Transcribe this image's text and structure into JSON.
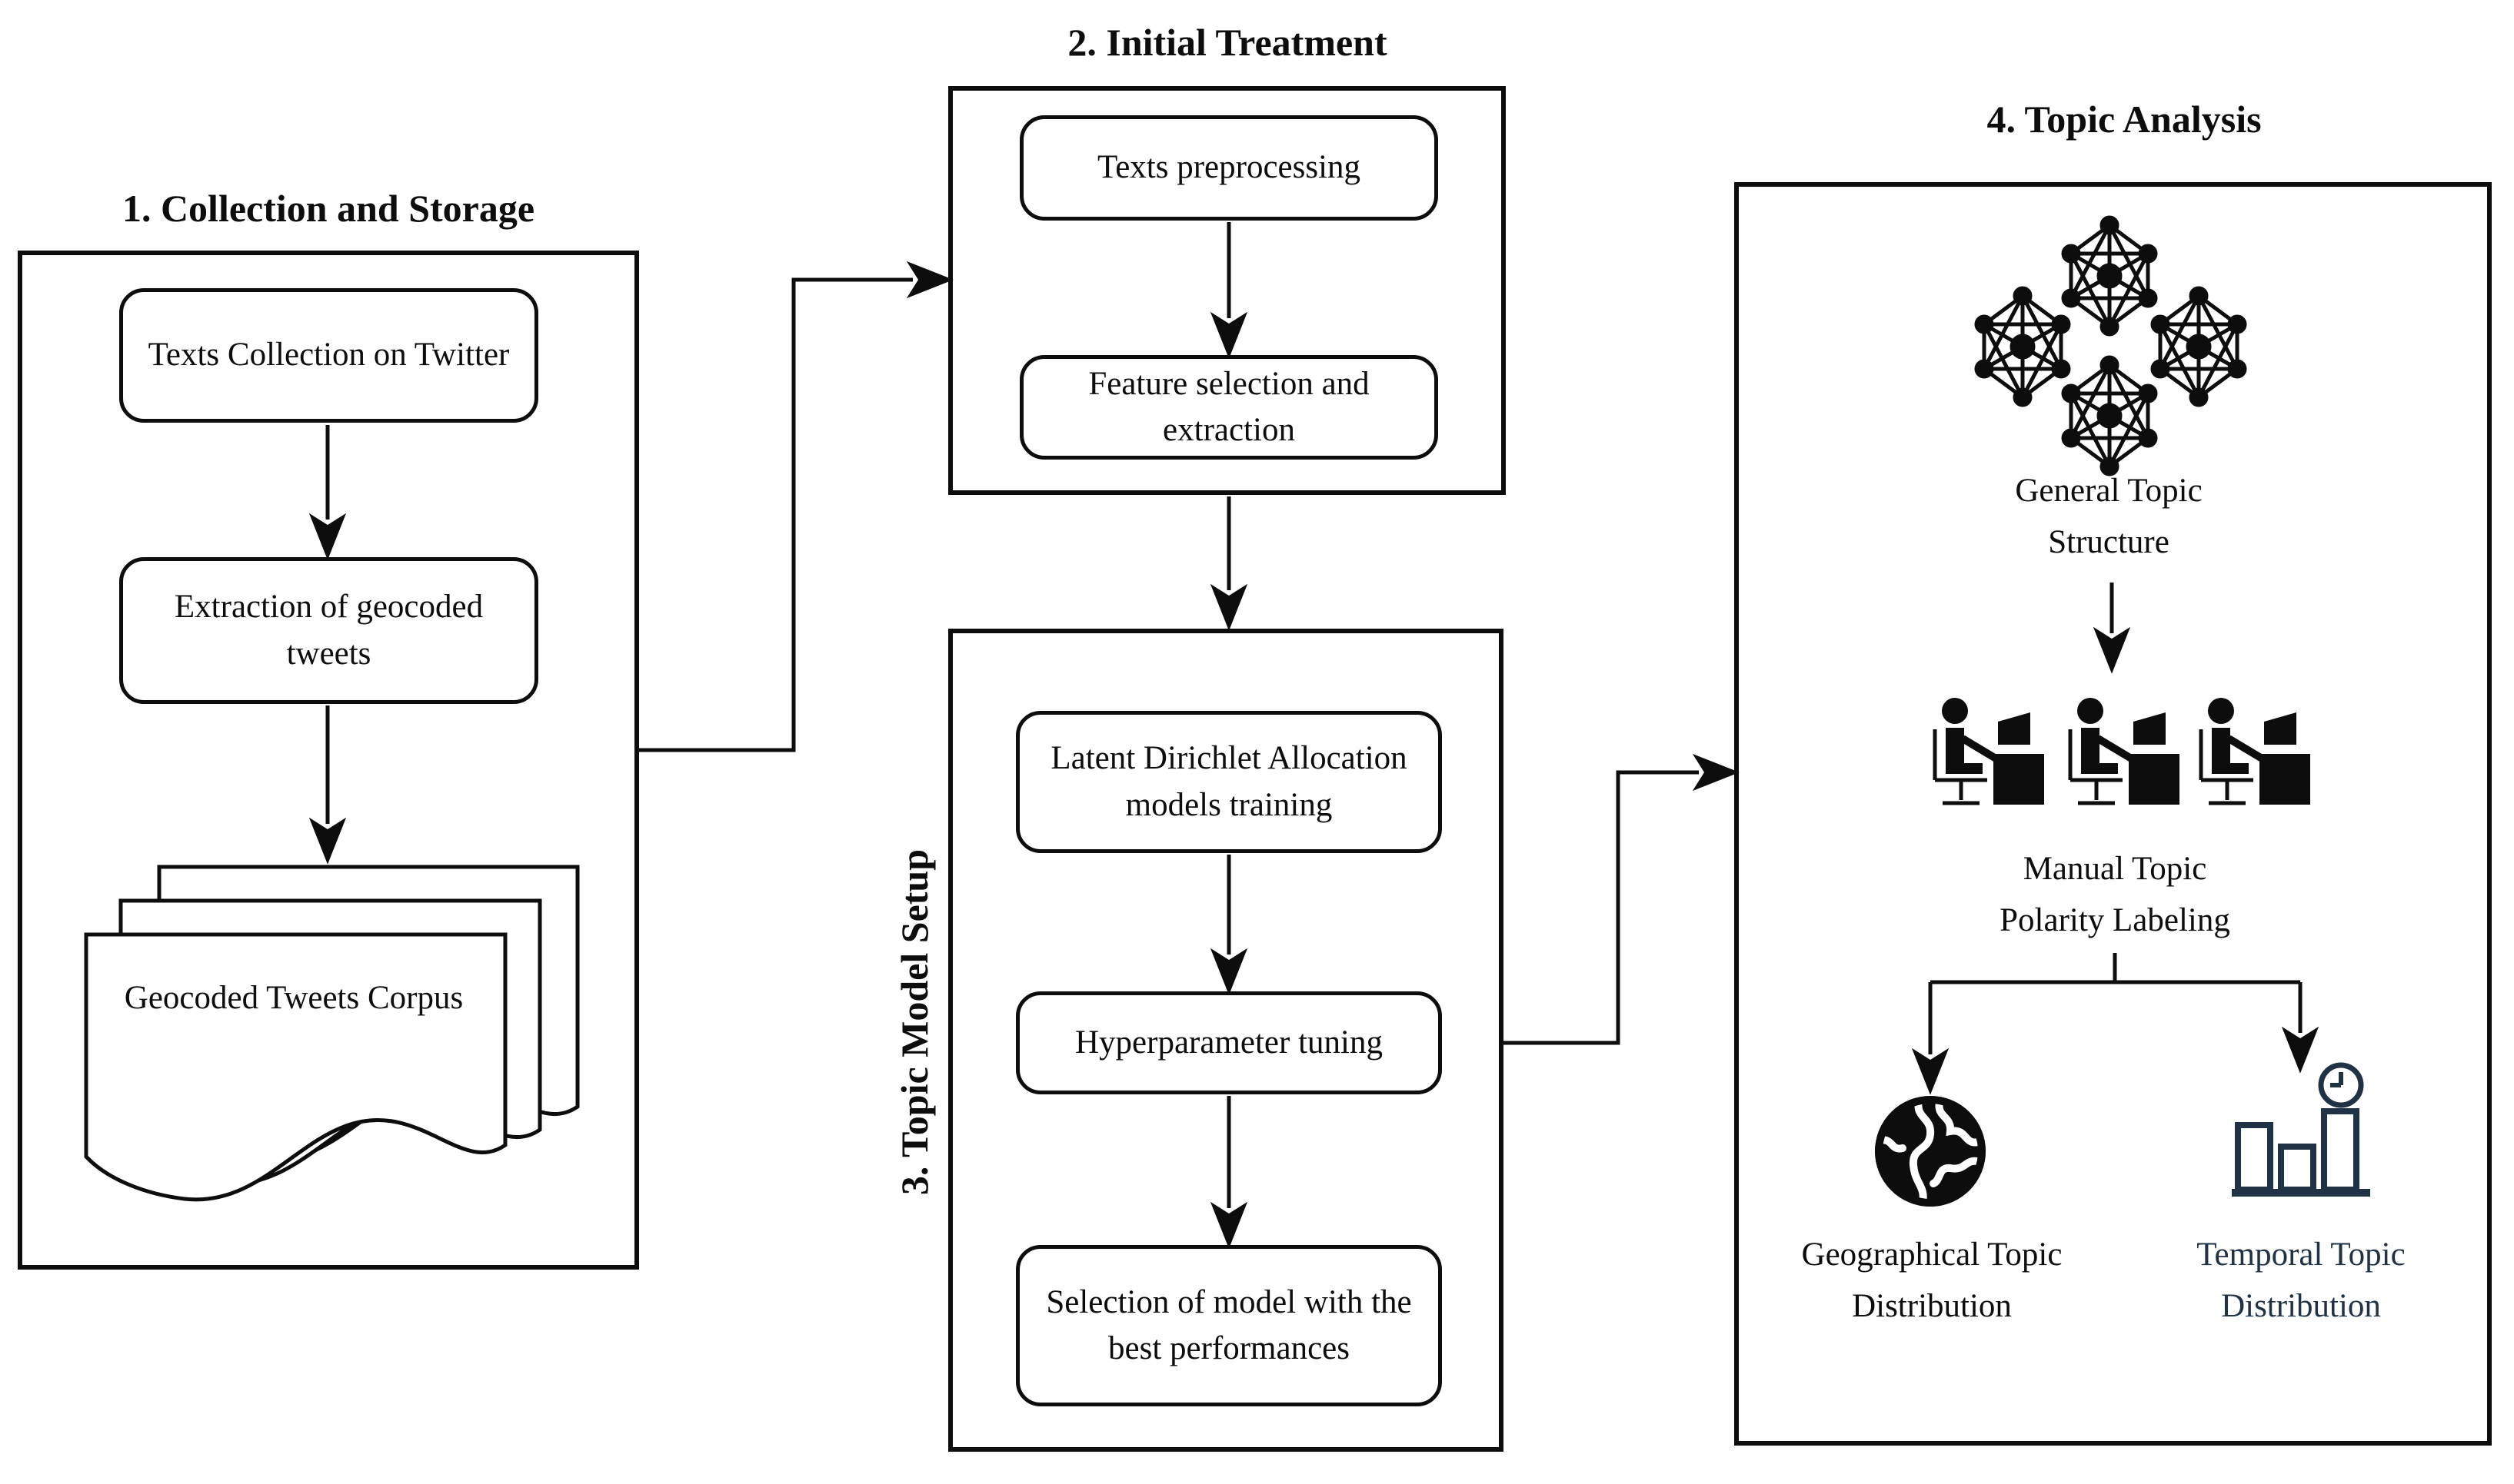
{
  "figure": {
    "type": "flowchart",
    "background": "#ffffff"
  },
  "colors": {
    "ink": "#0d0d0d",
    "temporal_accent": "#203245"
  },
  "stage1": {
    "title": "1. Collection and Storage",
    "step1": "Texts Collection on Twitter",
    "step2": "Extraction of geocoded tweets",
    "artifact": "Geocoded Tweets Corpus"
  },
  "stage2": {
    "title": "2. Initial Treatment",
    "step1": "Texts preprocessing",
    "step2": "Feature selection and extraction"
  },
  "stage3": {
    "title": "3. Topic Model Setup",
    "step1": "Latent Dirichlet Allocation models training",
    "step2": "Hyperparameter tuning",
    "step3": "Selection of model with the best performances"
  },
  "stage4": {
    "title": "4. Topic Analysis",
    "node1": "General Topic Structure",
    "node2": "Manual Topic Polarity Labeling",
    "outcome_left": "Geographical Topic Distribution",
    "outcome_right": "Temporal Topic Distribution"
  },
  "icons": {
    "topic_cluster": "network-graph-icon",
    "annotators": "person-at-desk-icon",
    "corpus": "document-stack-icon",
    "geographical": "globe-icon",
    "temporal": "bar-chart-clock-icon"
  }
}
